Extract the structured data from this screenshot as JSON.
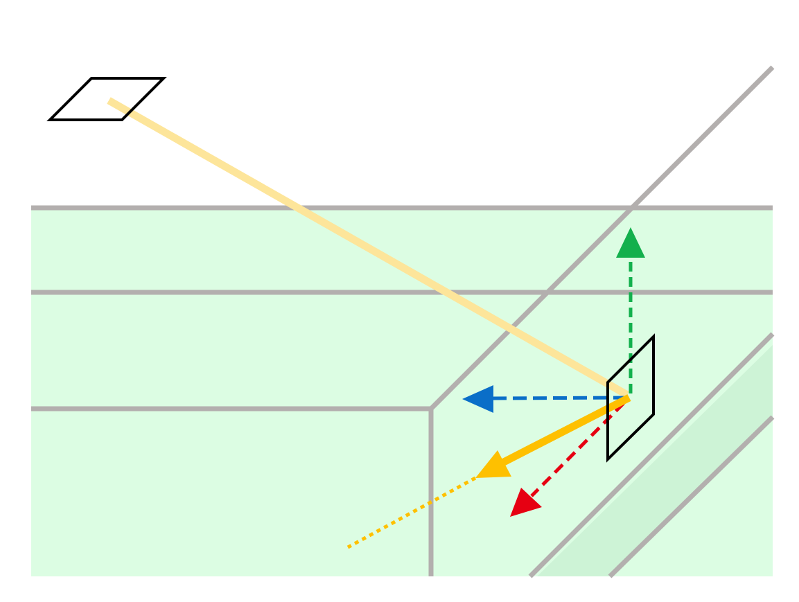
{
  "colors": {
    "background": "#ffffff",
    "floor_fill": "#dcfde3",
    "side_face_fill": "#cdf3d6",
    "grid_line": "#b3afae",
    "outline": "#000000",
    "ray_faded": "#fde59a",
    "ray_main": "#fec000",
    "arrow_green": "#13b04d",
    "arrow_blue": "#0a6ec8",
    "arrow_red": "#e60012"
  },
  "icons": {
    "source_patch": "parallelogram-outline",
    "receiver_patch": "parallelogram-outline",
    "arrowheads": "triangle"
  }
}
